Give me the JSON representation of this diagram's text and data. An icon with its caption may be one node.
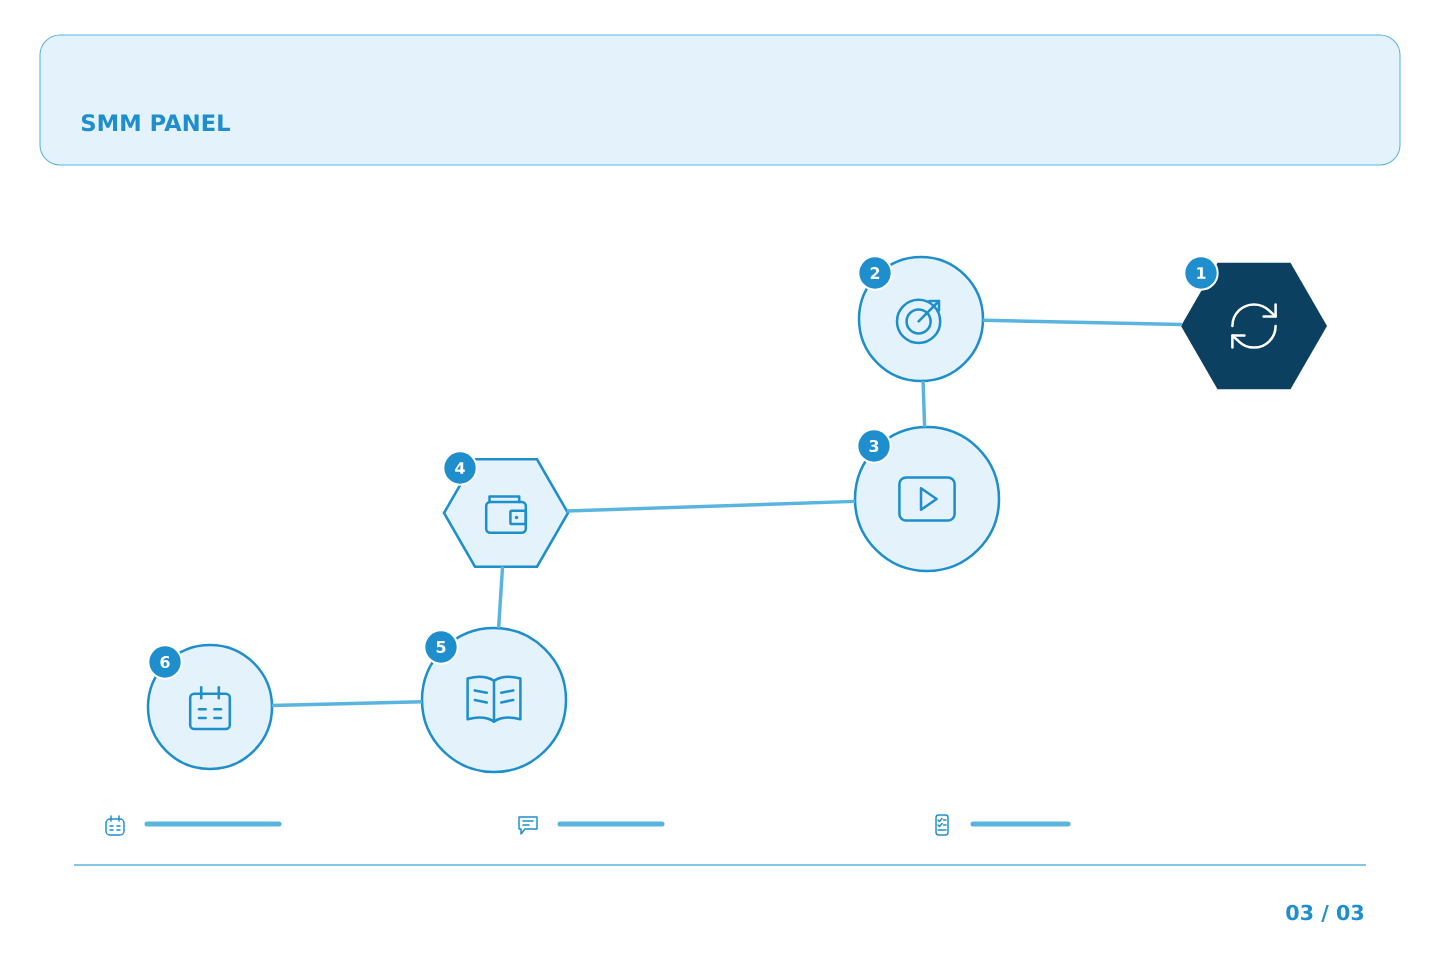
{
  "diagram": {
    "title": "SMM PANEL",
    "nodes": [
      {
        "text": [
          "1"
        ]
      },
      {
        "text": [
          "2"
        ]
      },
      {
        "text": [
          "3"
        ]
      },
      {
        "text": [
          "4"
        ]
      },
      {
        "text": [
          "5"
        ]
      },
      {
        "text": [
          "6"
        ]
      }
    ],
    "edges": [
      {
        "from": 1,
        "to": 0,
        "arrow": "none"
      },
      {
        "from": 1,
        "to": 2,
        "arrow": "none"
      },
      {
        "from": 2,
        "to": 3,
        "arrow": "none"
      },
      {
        "from": 3,
        "to": 4,
        "arrow": "none"
      },
      {
        "from": 4,
        "to": 5,
        "arrow": "none"
      }
    ],
    "labels": [
      "03 / 03"
    ]
  }
}
